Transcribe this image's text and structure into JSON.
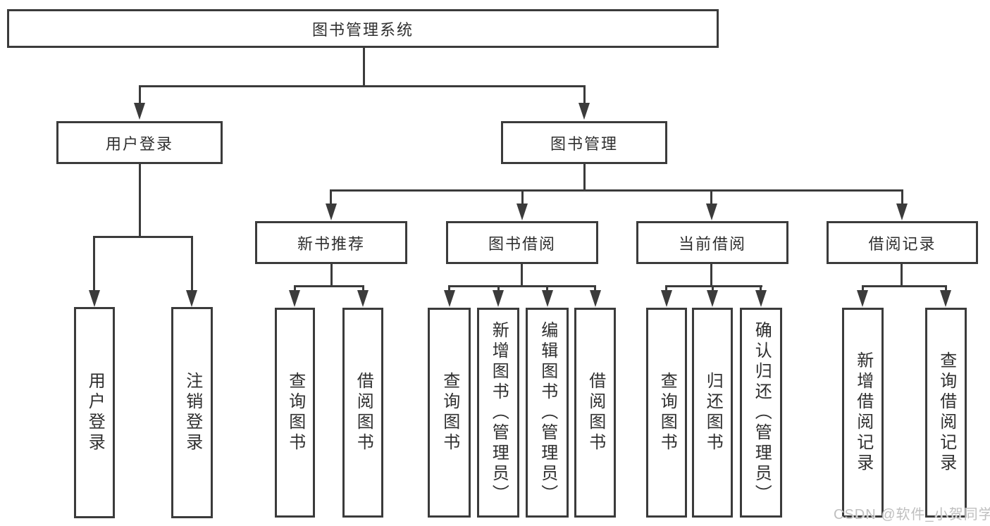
{
  "colors": {
    "line": "#3b3b3b",
    "text": "#2f2f2f",
    "watermark": "#bfbfbf",
    "bg": "#ffffff"
  },
  "tree": {
    "label": "图书管理系统",
    "children": [
      {
        "label": "用户登录",
        "children": [
          {
            "label": "用户登录"
          },
          {
            "label": "注销登录"
          }
        ]
      },
      {
        "label": "图书管理",
        "children": [
          {
            "label": "新书推荐",
            "children": [
              {
                "label": "查询图书"
              },
              {
                "label": "借阅图书"
              }
            ]
          },
          {
            "label": "图书借阅",
            "children": [
              {
                "label": "查询图书"
              },
              {
                "label": "新增图书（管理员）"
              },
              {
                "label": "编辑图书（管理员）"
              },
              {
                "label": "借阅图书"
              }
            ]
          },
          {
            "label": "当前借阅",
            "children": [
              {
                "label": "查询图书"
              },
              {
                "label": "归还图书"
              },
              {
                "label": "确认归还（管理员）"
              }
            ]
          },
          {
            "label": "借阅记录",
            "children": [
              {
                "label": "新增借阅记录"
              },
              {
                "label": "查询借阅记录"
              }
            ]
          }
        ]
      }
    ]
  },
  "watermark": {
    "text": "CSDN @软件_小贺同学"
  }
}
